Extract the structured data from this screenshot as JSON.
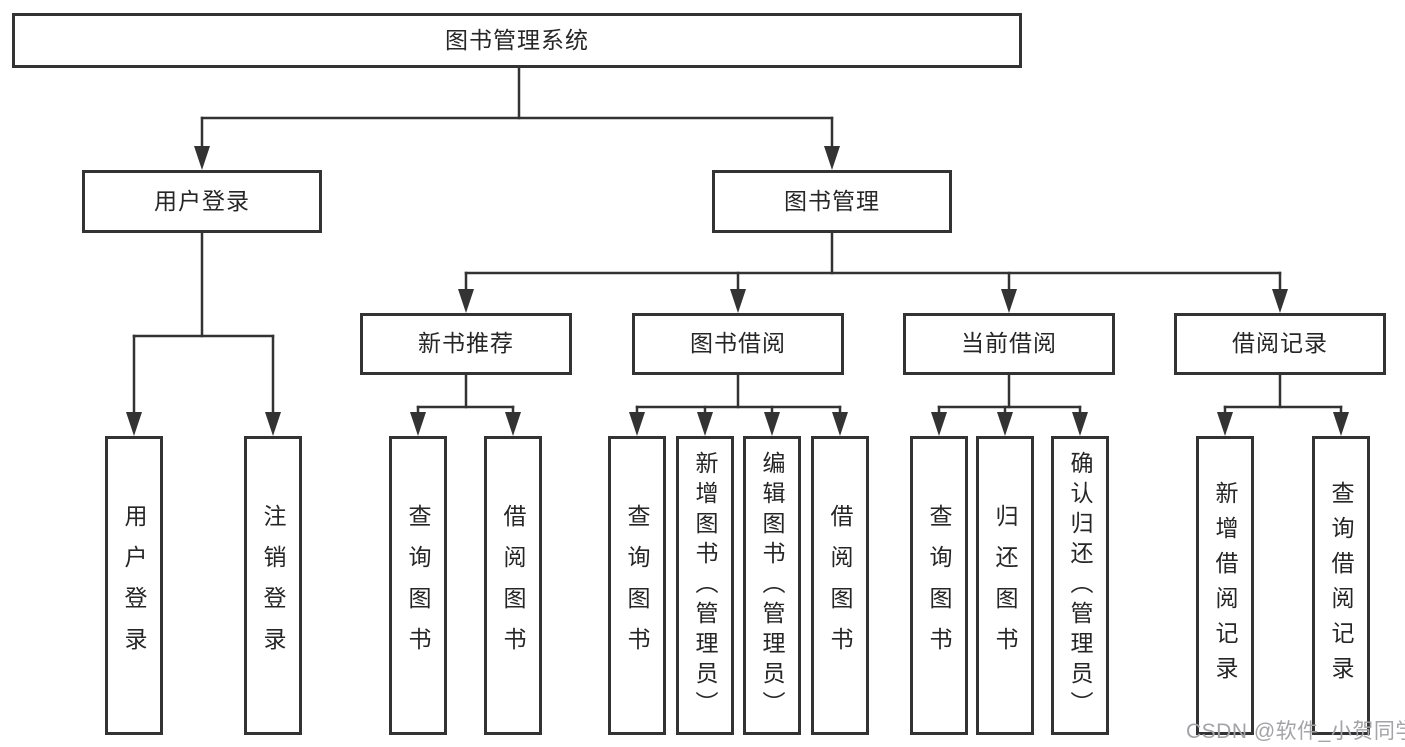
{
  "colors": {
    "line": "#333333",
    "text": "#262626",
    "watermark": "#a3a3a8",
    "background": "#ffffff"
  },
  "watermark": {
    "text": "CSDN @软件_小贺同学"
  },
  "nodes": {
    "root": {
      "label": "图书管理系统"
    },
    "user_login": {
      "label": "用户登录"
    },
    "book_management": {
      "label": "图书管理"
    },
    "new_book_recommend": {
      "label": "新书推荐"
    },
    "book_borrowing": {
      "label": "图书借阅"
    },
    "current_borrowing": {
      "label": "当前借阅"
    },
    "borrowing_records": {
      "label": "借阅记录"
    },
    "leaf_user_login": {
      "label": "用户登录"
    },
    "leaf_logout": {
      "label": "注销登录"
    },
    "leaf_query_book_recommend": {
      "label": "查询图书"
    },
    "leaf_borrow_book_recommend": {
      "label": "借阅图书"
    },
    "leaf_query_book_borrowing": {
      "label": "查询图书"
    },
    "leaf_add_book": {
      "label": "新增图书（管理员）"
    },
    "leaf_edit_book": {
      "label": "编辑图书（管理员）"
    },
    "leaf_borrow_book_borrowing": {
      "label": "借阅图书"
    },
    "leaf_query_book_current": {
      "label": "查询图书"
    },
    "leaf_return_book": {
      "label": "归还图书"
    },
    "leaf_confirm_return": {
      "label": "确认归还（管理员）"
    },
    "leaf_add_borrow_record": {
      "label": "新增借阅记录"
    },
    "leaf_query_borrow_record": {
      "label": "查询借阅记录"
    }
  },
  "hierarchy": {
    "图书管理系统": {
      "用户登录": [
        "用户登录",
        "注销登录"
      ],
      "图书管理": {
        "新书推荐": [
          "查询图书",
          "借阅图书"
        ],
        "图书借阅": [
          "查询图书",
          "新增图书（管理员）",
          "编辑图书（管理员）",
          "借阅图书"
        ],
        "当前借阅": [
          "查询图书",
          "归还图书",
          "确认归还（管理员）"
        ],
        "借阅记录": [
          "新增借阅记录",
          "查询借阅记录"
        ]
      }
    }
  }
}
